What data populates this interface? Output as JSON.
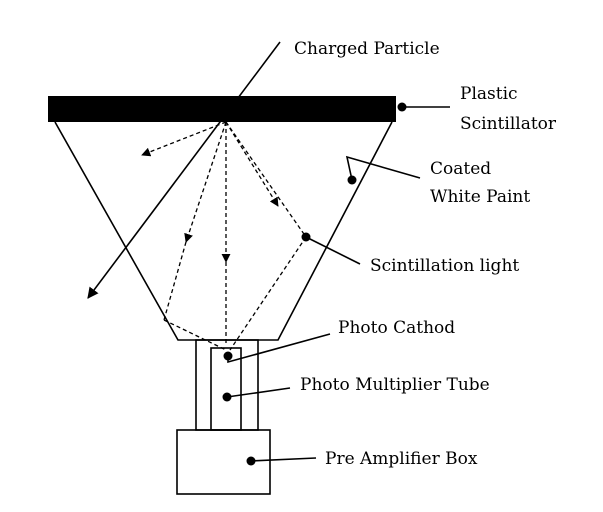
{
  "diagram": {
    "labels": {
      "charged_particle": "Charged Particle",
      "plastic": "Plastic",
      "scintillator": "Scintillator",
      "coated": "Coated",
      "white_paint": "White Paint",
      "scintillation_light": "Scintillation light",
      "photo_cathod": "Photo Cathod",
      "photo_multiplier_tube": "Photo Multiplier Tube",
      "pre_amplifier_box": "Pre Amplifier Box"
    },
    "colors": {
      "ink": "#000000",
      "background": "#ffffff"
    }
  }
}
